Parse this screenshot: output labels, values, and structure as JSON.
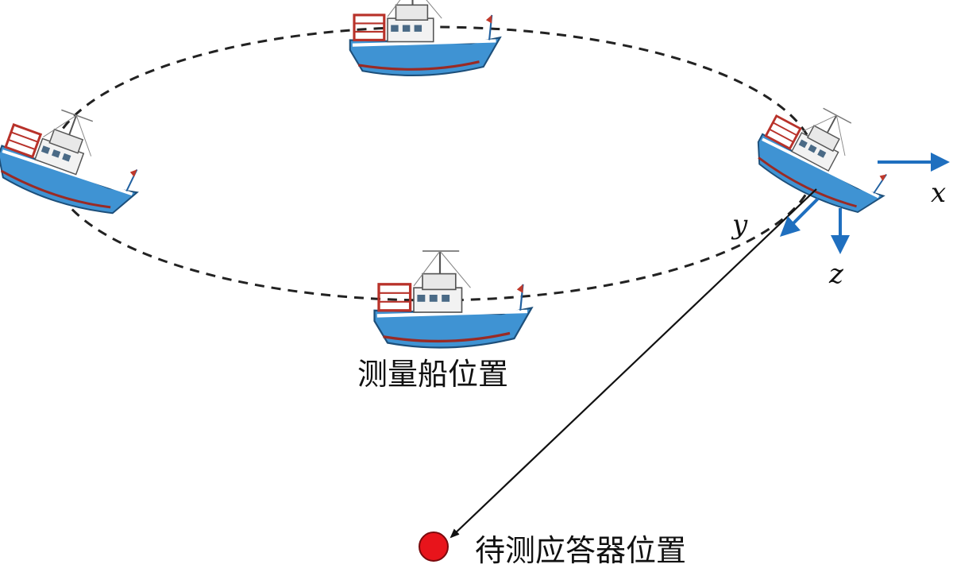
{
  "labels": {
    "ship_positions": "测量船位置",
    "transponder_position": "待测应答器位置"
  },
  "axes": {
    "x": "x",
    "y": "y",
    "z": "z"
  },
  "colors": {
    "axis_arrow": "#1f6fbf",
    "transponder": "#e8141b",
    "hull": "#3f93d3",
    "stripe": "#9a2a24",
    "line": "#111111"
  },
  "icons": {
    "ship": "fishing-boat-icon",
    "target": "red-dot-icon"
  }
}
